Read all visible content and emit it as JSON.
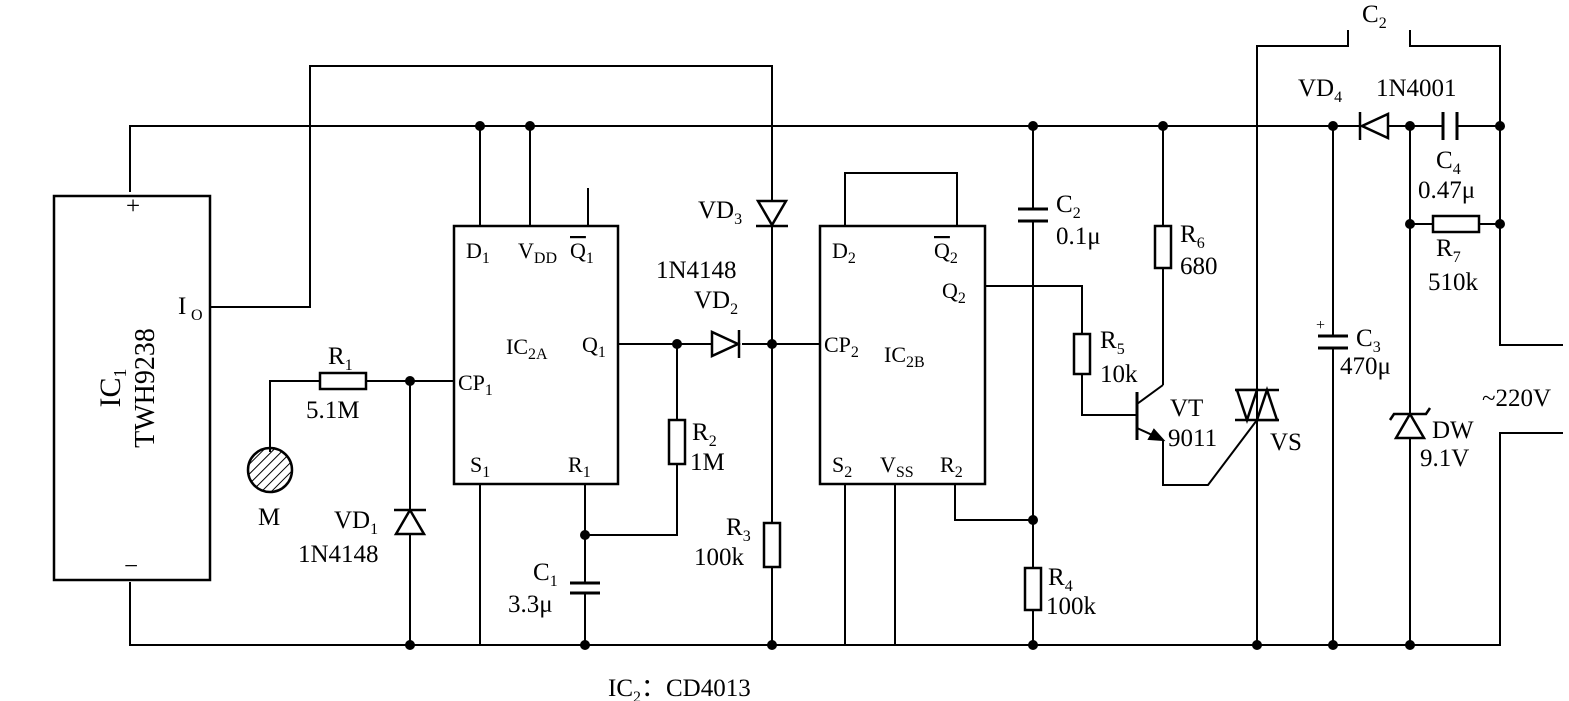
{
  "ic1": {
    "name": "IC",
    "sub": "1",
    "part": "TWH9238",
    "plus": "+",
    "minus": "−",
    "out": "I",
    "out_sub": "O"
  },
  "ic2": {
    "caption_name": "IC",
    "caption_sub": "2",
    "caption_part": "：CD4013",
    "a": {
      "name": "IC",
      "sub": "2A",
      "d": "D",
      "d_sub": "1",
      "vdd": "V",
      "vdd_sub": "DD",
      "qbar": "Q",
      "qbar_sub": "1",
      "cp": "CP",
      "cp_sub": "1",
      "q": "Q",
      "q_sub": "1",
      "s": "S",
      "s_sub": "1",
      "r": "R",
      "r_sub": "1"
    },
    "b": {
      "name": "IC",
      "sub": "2B",
      "d": "D",
      "d_sub": "2",
      "qbar": "Q",
      "qbar_sub": "2",
      "q": "Q",
      "q_sub": "2",
      "cp": "CP",
      "cp_sub": "2",
      "s": "S",
      "s_sub": "2",
      "vss": "V",
      "vss_sub": "SS",
      "r": "R",
      "r_sub": "2"
    }
  },
  "components": {
    "m": "M",
    "r1": {
      "name": "R",
      "sub": "1",
      "value": "5.1M"
    },
    "vd1": {
      "name": "VD",
      "sub": "1",
      "part": "1N4148"
    },
    "r2": {
      "name": "R",
      "sub": "2",
      "value": "1M"
    },
    "c1": {
      "name": "C",
      "sub": "1",
      "value": "3.3μ"
    },
    "vd2": {
      "name": "VD",
      "sub": "2",
      "part": "1N4148"
    },
    "vd3": {
      "name": "VD",
      "sub": "3"
    },
    "r3": {
      "name": "R",
      "sub": "3",
      "value": "100k"
    },
    "c2": {
      "name": "C",
      "sub": "2",
      "value": "0.1μ"
    },
    "c2top": {
      "name": "C",
      "sub": "2"
    },
    "r4": {
      "name": "R",
      "sub": "4",
      "value": "100k"
    },
    "r5": {
      "name": "R",
      "sub": "5",
      "value": "10k"
    },
    "r6": {
      "name": "R",
      "sub": "6",
      "value": "680"
    },
    "vt": {
      "name": "VT",
      "part": "9011"
    },
    "vs": {
      "name": "VS"
    },
    "c3": {
      "name": "C",
      "sub": "3",
      "value": "470μ",
      "plus": "+"
    },
    "vd4": {
      "name": "VD",
      "sub": "4",
      "part": "1N4001"
    },
    "c4": {
      "name": "C",
      "sub": "4",
      "value": "0.47μ"
    },
    "r7": {
      "name": "R",
      "sub": "7",
      "value": "510k"
    },
    "dw": {
      "name": "DW",
      "value": "9.1V"
    },
    "mains": "~220V"
  }
}
